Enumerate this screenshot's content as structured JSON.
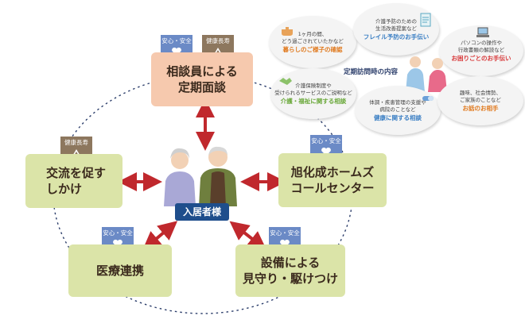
{
  "badges": {
    "safety": "安心・安全",
    "longevity": "健康長寿"
  },
  "nodes": {
    "consultation": {
      "line1": "相談員による",
      "line2": "定期面談"
    },
    "exchange": {
      "line1": "交流を促す",
      "line2": "しかけ"
    },
    "call_center": {
      "line1": "旭化成ホームズ",
      "line2": "コールセンター"
    },
    "medical": {
      "line1": "医療連携"
    },
    "equipment": {
      "line1": "設備による",
      "line2": "見守り・駆けつけ"
    }
  },
  "center": {
    "label": "入居者様"
  },
  "visit": {
    "title": "定期訪問時の内容",
    "items": [
      {
        "sub1": "1ヶ月の間、",
        "sub2": "どう過ごされていたかなど",
        "highlight": "暮らしのご様子の確認",
        "color": "#e07a1f"
      },
      {
        "sub1": "介護予防のための",
        "sub2": "生活改善提案など",
        "highlight": "フレイル予防のお手伝い",
        "color": "#3b7fc4"
      },
      {
        "sub1": "パソコンの操作や",
        "sub2": "行政書類の解読など",
        "highlight": "お困りごとのお手伝い",
        "color": "#d8393a"
      },
      {
        "sub1": "介護保険制度や",
        "sub2": "受けられるサービスのご説明など",
        "highlight": "介護・福祉に関する相談",
        "color": "#6aa83a"
      },
      {
        "sub1": "体調・疾患管理の支援や",
        "sub2": "病院のことなど",
        "highlight": "健康に関する相談",
        "color": "#3b7fc4"
      },
      {
        "sub1": "趣味、社会情勢、",
        "sub2": "ご家族のことなど",
        "highlight": "お話のお相手",
        "color": "#e07a1f"
      }
    ]
  },
  "colors": {
    "box_green": "#dbe4a8",
    "box_peach": "#f6c9ae",
    "badge_blue": "#6b8ac6",
    "badge_brown": "#8d775e",
    "arrow_red": "#c0282d",
    "orbit_navy": "#2c3e6b",
    "center_navy": "#1f4e8c"
  },
  "icons": [
    "heart-icon",
    "pyramid-icon",
    "elderly-couple-illustration",
    "pot-icon",
    "document-icon",
    "computer-icon",
    "handshake-icon",
    "pill-icon",
    "people-talking-icon"
  ]
}
